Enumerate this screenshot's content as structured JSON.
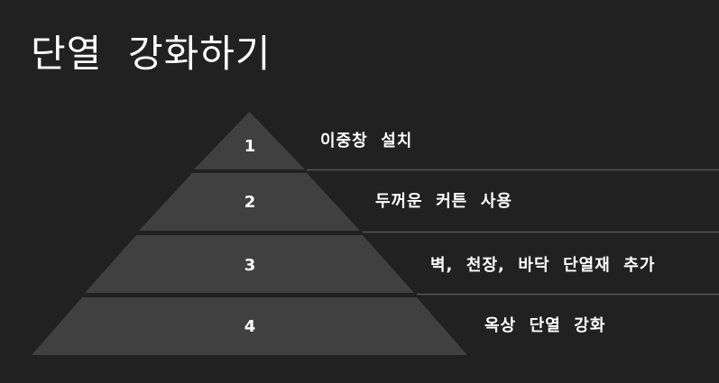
{
  "slide": {
    "title": "단열  강화하기"
  },
  "pyramid": {
    "levels": [
      {
        "number": "1",
        "label": "이중창  설치"
      },
      {
        "number": "2",
        "label": "두꺼운  커튼  사용"
      },
      {
        "number": "3",
        "label": "벽,  천장,  바닥  단열재  추가"
      },
      {
        "number": "4",
        "label": "옥상  단열  강화"
      }
    ],
    "colors": {
      "background": "#212121",
      "fill": "#404040",
      "divider": "#555555",
      "text": "#ffffff"
    }
  }
}
